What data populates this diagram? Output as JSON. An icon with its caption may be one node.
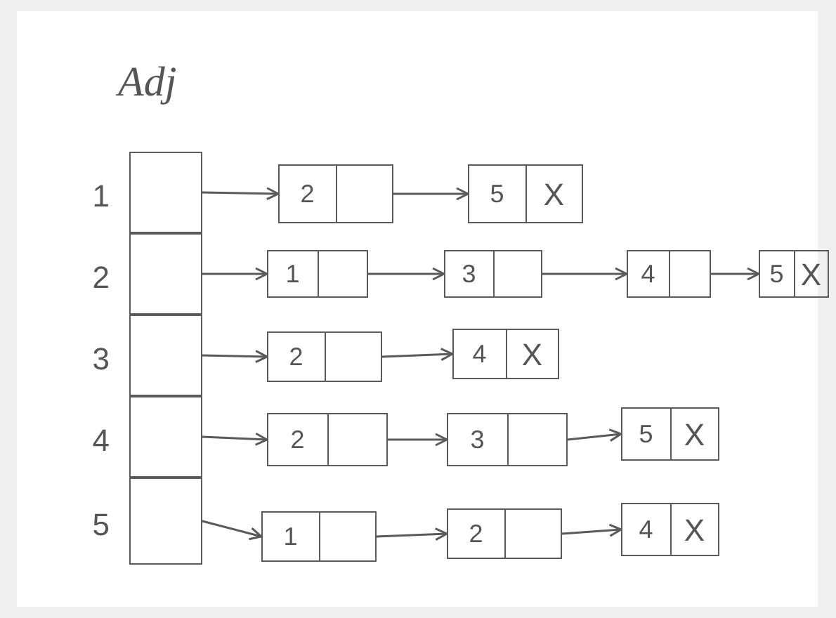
{
  "diagram": {
    "title": "Adj",
    "nodes": [
      {
        "text": [],
        "shape": "box",
        "beside": [
          "1"
        ]
      },
      {
        "text": [],
        "shape": "box",
        "beside": [
          "2"
        ]
      },
      {
        "text": [],
        "shape": "box",
        "beside": [
          "3"
        ]
      },
      {
        "text": [],
        "shape": "box",
        "beside": [
          "4"
        ]
      },
      {
        "text": [],
        "shape": "box",
        "beside": [
          "5"
        ]
      },
      {
        "text": [
          "2"
        ]
      },
      {
        "text": [
          "5",
          "X"
        ]
      },
      {
        "text": [
          "1"
        ]
      },
      {
        "text": [
          "3"
        ]
      },
      {
        "text": [
          "4"
        ]
      },
      {
        "text": [
          "5",
          "X"
        ]
      },
      {
        "text": [
          "2"
        ]
      },
      {
        "text": [
          "4",
          "X"
        ]
      },
      {
        "text": [
          "2"
        ]
      },
      {
        "text": [
          "3"
        ]
      },
      {
        "text": [
          "5",
          "X"
        ]
      },
      {
        "text": [
          "1"
        ]
      },
      {
        "text": [
          "2"
        ]
      },
      {
        "text": [
          "4",
          "X"
        ]
      }
    ],
    "edges": [
      {
        "from": 0,
        "to": 5,
        "arrow": "to"
      },
      {
        "from": 5,
        "to": 6,
        "arrow": "to"
      },
      {
        "from": 1,
        "to": 7,
        "arrow": "to"
      },
      {
        "from": 7,
        "to": 8,
        "arrow": "to"
      },
      {
        "from": 8,
        "to": 9,
        "arrow": "to"
      },
      {
        "from": 9,
        "to": 10,
        "arrow": "to"
      },
      {
        "from": 2,
        "to": 11,
        "arrow": "to"
      },
      {
        "from": 11,
        "to": 12,
        "arrow": "to"
      },
      {
        "from": 3,
        "to": 13,
        "arrow": "to"
      },
      {
        "from": 13,
        "to": 14,
        "arrow": "to"
      },
      {
        "from": 14,
        "to": 15,
        "arrow": "to"
      },
      {
        "from": 4,
        "to": 16,
        "arrow": "to"
      },
      {
        "from": 16,
        "to": 17,
        "arrow": "to"
      },
      {
        "from": 17,
        "to": 18,
        "arrow": "to"
      }
    ]
  }
}
